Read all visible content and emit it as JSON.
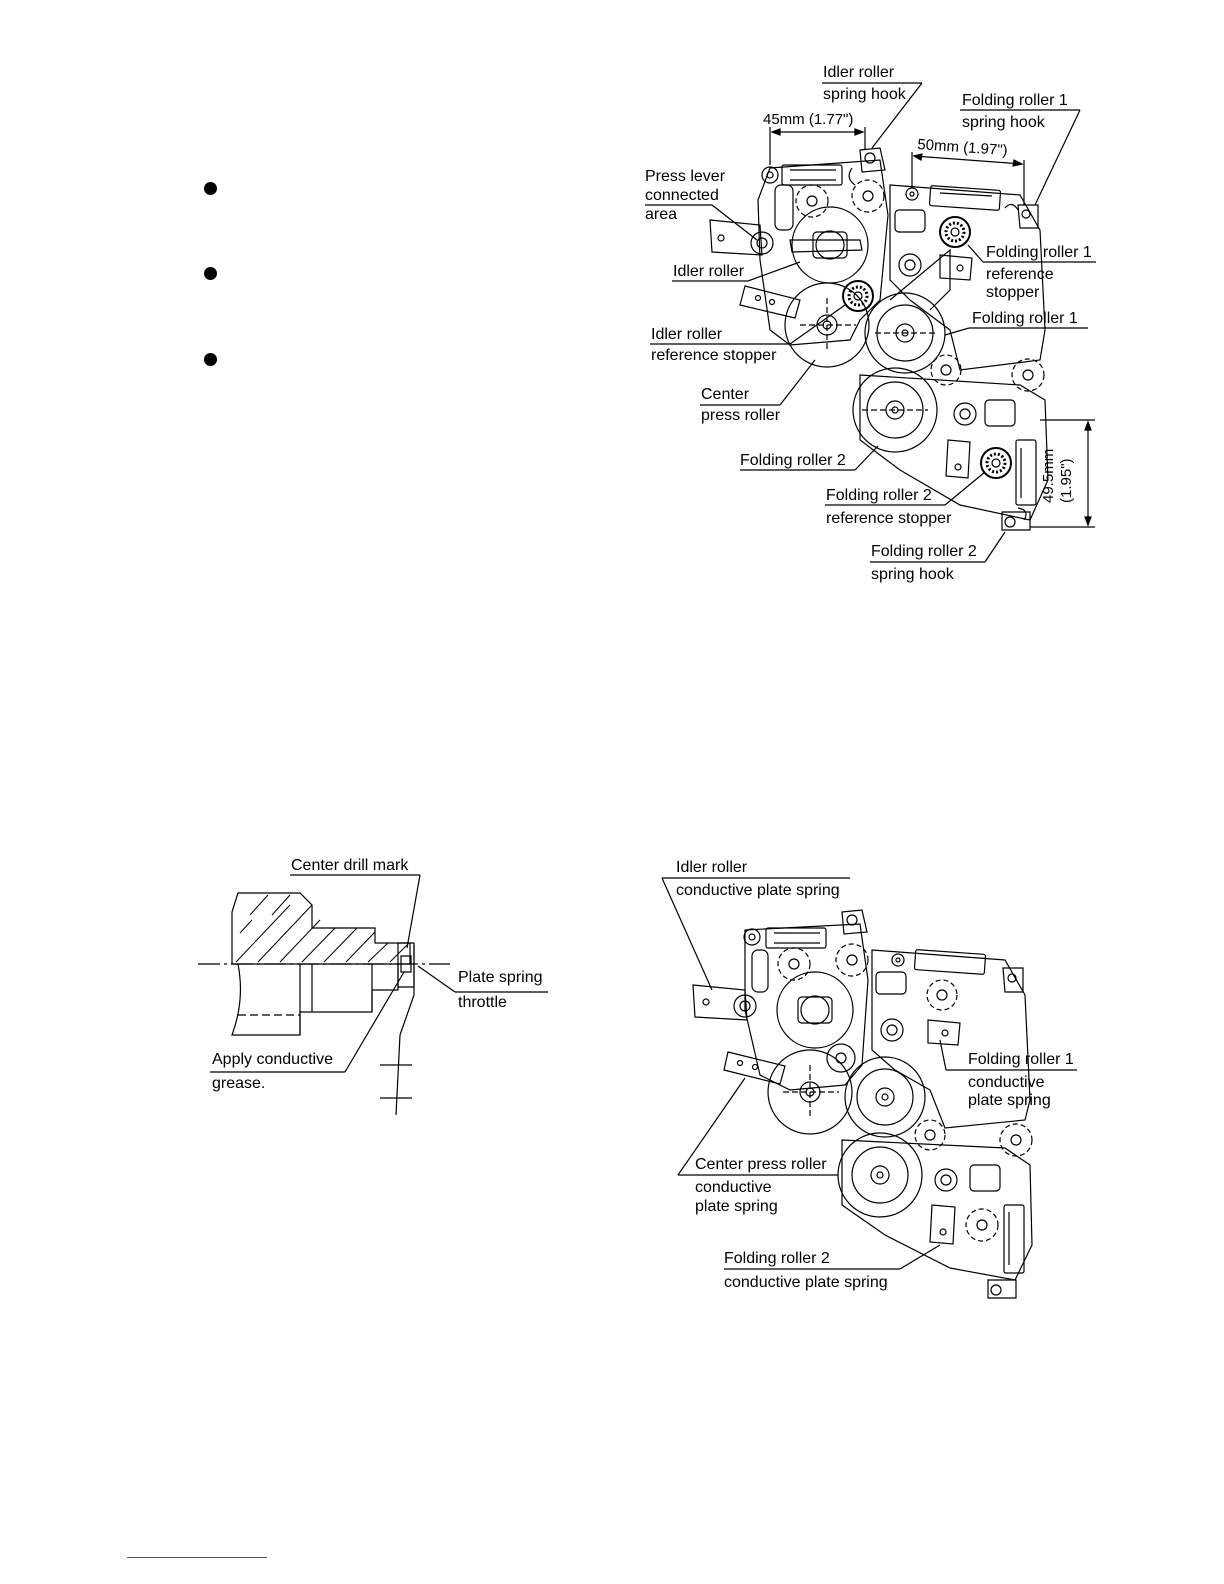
{
  "figure_top": {
    "labels": {
      "idler_spring_hook_1": "Idler roller",
      "idler_spring_hook_2": "spring hook",
      "fold1_spring_hook_1": "Folding roller 1",
      "fold1_spring_hook_2": "spring hook",
      "press_lever_1": "Press lever",
      "press_lever_2": "connected",
      "press_lever_3": "area",
      "fold1_ref_1": "Folding roller 1",
      "fold1_ref_2": "reference",
      "fold1_ref_3": "stopper",
      "idler_roller": "Idler roller",
      "fold1": "Folding roller 1",
      "idler_ref_1": "Idler roller",
      "idler_ref_2": "reference stopper",
      "center_press_1": "Center",
      "center_press_2": "press roller",
      "fold2": "Folding roller 2",
      "fold2_ref_1": "Folding roller 2",
      "fold2_ref_2": "reference stopper",
      "fold2_hook_1": "Folding roller 2",
      "fold2_hook_2": "spring hook"
    },
    "dimensions": {
      "d45": "45mm (1.77\")",
      "d50": "50mm (1.97\")",
      "d495_a": "49.5mm",
      "d495_b": "(1.95\")"
    }
  },
  "figure_shaft": {
    "labels": {
      "center_drill": "Center drill mark",
      "plate_spring_1": "Plate spring",
      "plate_spring_2": "throttle",
      "grease_1": "Apply conductive",
      "grease_2": "grease."
    }
  },
  "figure_bottom": {
    "labels": {
      "idler_cond_1": "Idler roller",
      "idler_cond_2": "conductive plate spring",
      "fold1_cond_1": "Folding roller 1",
      "fold1_cond_2": "conductive",
      "fold1_cond_3": "plate spring",
      "center_cond_1": "Center press roller",
      "center_cond_2": "conductive",
      "center_cond_3": "plate spring",
      "fold2_cond_1": "Folding roller 2",
      "fold2_cond_2": "conductive plate spring"
    }
  },
  "colors": {
    "ink": "#000000",
    "footer_rule": "#3355aa"
  }
}
